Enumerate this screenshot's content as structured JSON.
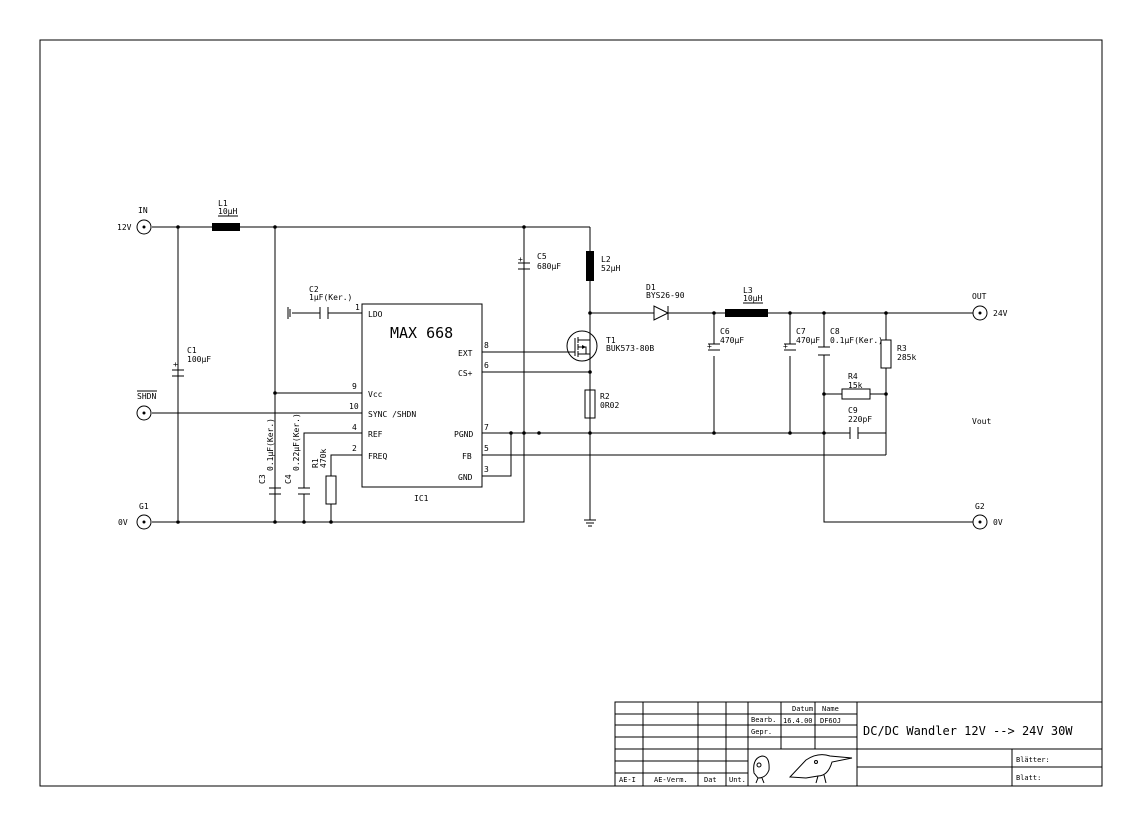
{
  "title_block": {
    "drawing_title": "DC/DC Wandler 12V --> 24V 30W",
    "col_datum": "Datum",
    "col_name": "Name",
    "row_bearb": "Bearb.",
    "row_gepr": "Gepr.",
    "date": "16.4.00",
    "author": "DF6OJ",
    "rev_cols": [
      "AE-I",
      "AE-Verm.",
      "Dat",
      "Unt."
    ],
    "blaetter": "Blätter:",
    "blatt": "Blatt:"
  },
  "connectors": {
    "in": {
      "name": "IN",
      "value": "12V"
    },
    "out": {
      "name": "OUT",
      "value": "24V"
    },
    "shdn": {
      "name": "SHDN"
    },
    "g1": {
      "name": "G1",
      "value": "0V"
    },
    "g2": {
      "name": "G2",
      "value": "0V"
    },
    "vout": "Vout"
  },
  "ic": {
    "name": "MAX 668",
    "ref": "IC1",
    "pins": {
      "ldo": {
        "label": "LDO",
        "num": "1"
      },
      "vcc": {
        "label": "Vcc",
        "num": "9"
      },
      "sync": {
        "label": "SYNC /SHDN",
        "num": "10"
      },
      "ref": {
        "label": "REF",
        "num": "4"
      },
      "freq": {
        "label": "FREQ",
        "num": "2"
      },
      "ext": {
        "label": "EXT",
        "num": "8"
      },
      "cs": {
        "label": "CS+",
        "num": "6"
      },
      "pgnd": {
        "label": "PGND",
        "num": "7"
      },
      "fb": {
        "label": "FB",
        "num": "5"
      },
      "gnd": {
        "label": "GND",
        "num": "3"
      }
    }
  },
  "components": {
    "L1": {
      "ref": "L1",
      "value": "10µH"
    },
    "L2": {
      "ref": "L2",
      "value": "52µH"
    },
    "L3": {
      "ref": "L3",
      "value": "10µH"
    },
    "C1": {
      "ref": "C1",
      "value": "100µF"
    },
    "C2": {
      "ref": "C2",
      "value": "1µF(Ker.)"
    },
    "C3": {
      "ref": "C3",
      "value": "0.1µF(Ker.)"
    },
    "C4": {
      "ref": "C4",
      "value": "0.22µF(Ker.)"
    },
    "C5": {
      "ref": "C5",
      "value": "680µF"
    },
    "C6": {
      "ref": "C6",
      "value": "470µF"
    },
    "C7": {
      "ref": "C7",
      "value": "470µF"
    },
    "C8": {
      "ref": "C8",
      "value": "0.1µF(Ker.)"
    },
    "C9": {
      "ref": "C9",
      "value": "220pF"
    },
    "R1": {
      "ref": "R1",
      "value": "470k"
    },
    "R2": {
      "ref": "R2",
      "value": "0R02"
    },
    "R3": {
      "ref": "R3",
      "value": "285k"
    },
    "R4": {
      "ref": "R4",
      "value": "15k"
    },
    "D1": {
      "ref": "D1",
      "value": "BYS26-90"
    },
    "T1": {
      "ref": "T1",
      "value": "BUK573-80B"
    }
  }
}
